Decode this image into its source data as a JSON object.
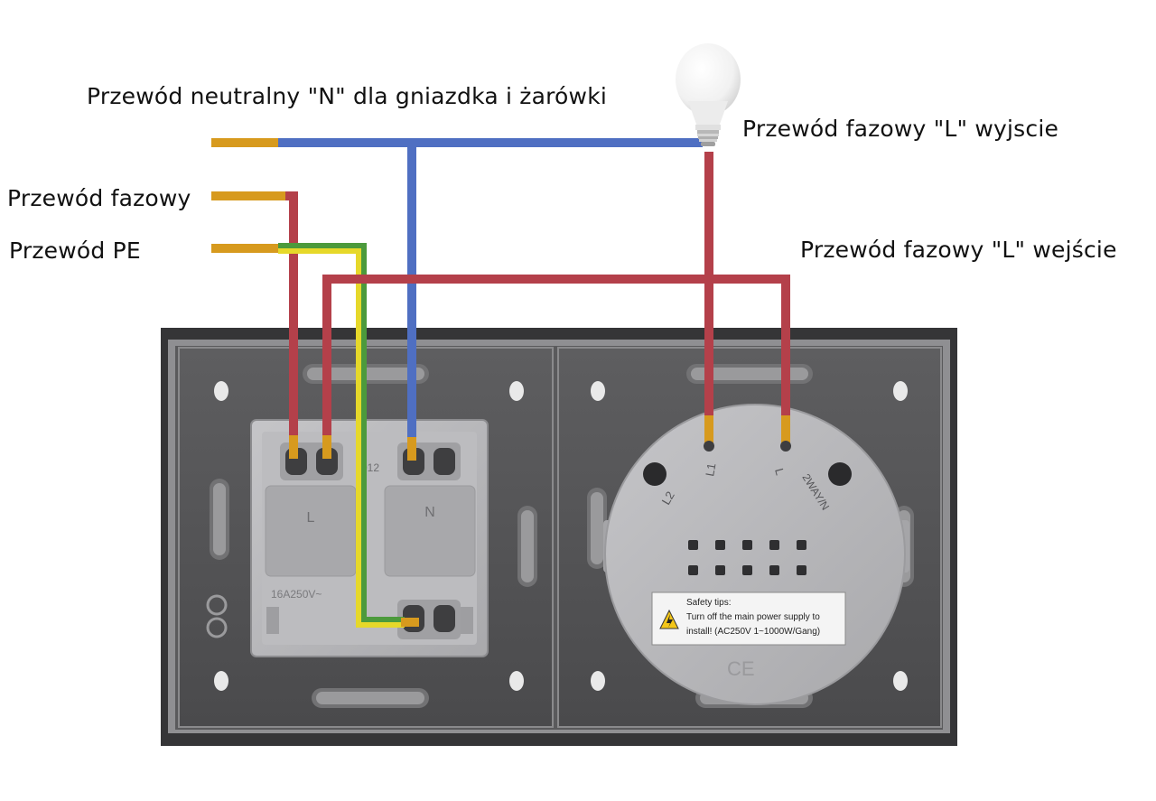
{
  "labels": {
    "neutral": "Przewód neutralny \"N\" dla gniazdka i żarówki",
    "phase_out": "Przewód fazowy \"L\" wyjscie",
    "phase": "Przewód fazowy",
    "pe": "Przewód PE",
    "phase_in": "Przewód fazowy \"L\" wejście"
  },
  "socket": {
    "terminal_l": "L",
    "terminal_n": "N",
    "mark_012": "012",
    "rating": "16A250V~"
  },
  "switch_module": {
    "terminal_l2": "L2",
    "terminal_l1": "L1",
    "terminal_l": "L",
    "terminal_2way": "2WAY/N",
    "safety_title": "Safety tips:",
    "safety_line1": "Turn off the main power supply to",
    "safety_line2": "install! (AC250V  1~1000W/Gang)",
    "ce_mark": "CE"
  },
  "colors": {
    "phase_wire": "#b4404a",
    "neutral_wire": "#4f6fc2",
    "pe_green": "#4c9a3c",
    "pe_yellow": "#e6d82a",
    "copper": "#d79a1e",
    "frame": "#3a3a3c",
    "module_grey": "#b6b6b9"
  }
}
